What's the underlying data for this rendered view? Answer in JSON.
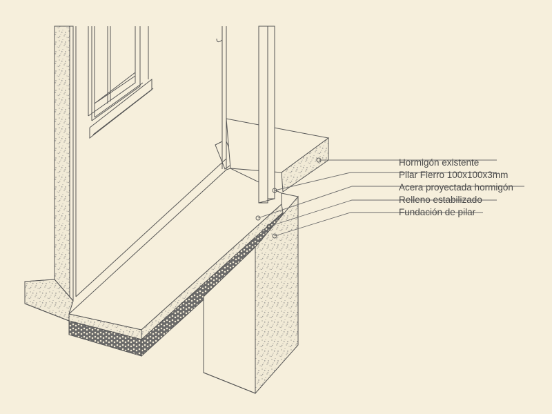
{
  "colors": {
    "background": "#f6efdc",
    "line": "#555555",
    "concrete": "#f1ead6",
    "speckle": "#8a8a8a",
    "fill_gravel": "#5a5a5a"
  },
  "callouts": [
    {
      "label": "Hormigón existente"
    },
    {
      "label": "Pilar Fierro 100x100x3mm"
    },
    {
      "label": "Acera proyectada hormigón"
    },
    {
      "label": "Relleno estabilizado"
    },
    {
      "label": "Fundación de pilar"
    }
  ]
}
